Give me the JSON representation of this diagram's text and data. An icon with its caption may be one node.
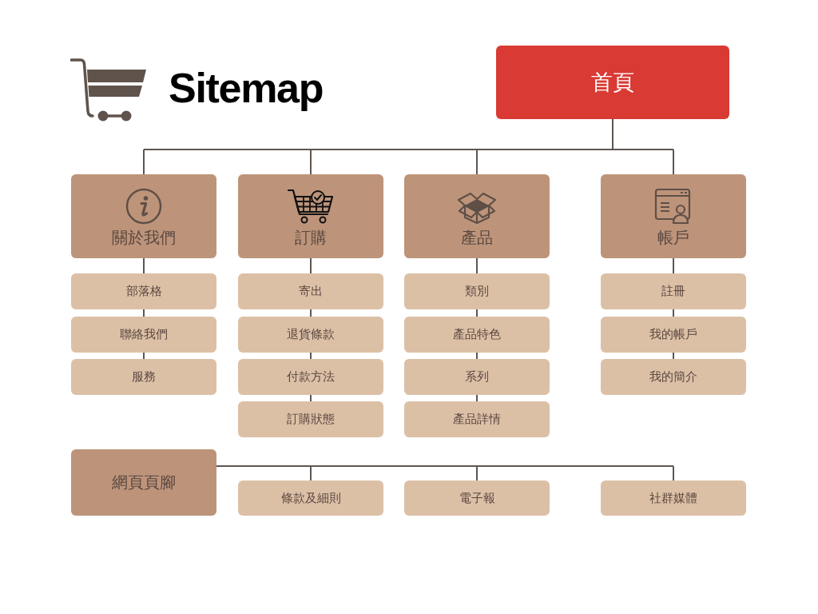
{
  "diagram": {
    "title": "Sitemap",
    "nodes": [
      {
        "text": [
          "首頁"
        ]
      },
      {
        "text": [
          "關於我們"
        ]
      },
      {
        "text": [
          "訂購"
        ]
      },
      {
        "text": [
          "產品"
        ]
      },
      {
        "text": [
          "帳戶"
        ]
      },
      {
        "text": [
          "部落格"
        ]
      },
      {
        "text": [
          "聯絡我們"
        ]
      },
      {
        "text": [
          "服務"
        ]
      },
      {
        "text": [
          "寄出"
        ]
      },
      {
        "text": [
          "退貨條款"
        ]
      },
      {
        "text": [
          "付款方法"
        ]
      },
      {
        "text": [
          "訂購狀態"
        ]
      },
      {
        "text": [
          "類別"
        ]
      },
      {
        "text": [
          "產品特色"
        ]
      },
      {
        "text": [
          "系列"
        ]
      },
      {
        "text": [
          "產品詳情"
        ]
      },
      {
        "text": [
          "註冊"
        ]
      },
      {
        "text": [
          "我的帳戶"
        ]
      },
      {
        "text": [
          "我的簡介"
        ]
      },
      {
        "text": [
          "網頁頁腳"
        ]
      },
      {
        "text": [
          "條款及細則"
        ]
      },
      {
        "text": [
          "電子報"
        ]
      },
      {
        "text": [
          "社群媒體"
        ]
      }
    ],
    "edges": [
      {
        "from": 0,
        "to": 1,
        "arrow": "none"
      },
      {
        "from": 0,
        "to": 2,
        "arrow": "none"
      },
      {
        "from": 0,
        "to": 3,
        "arrow": "none"
      },
      {
        "from": 0,
        "to": 4,
        "arrow": "none"
      },
      {
        "from": 1,
        "to": 5,
        "arrow": "none"
      },
      {
        "from": 5,
        "to": 6,
        "arrow": "none"
      },
      {
        "from": 6,
        "to": 7,
        "arrow": "none"
      },
      {
        "from": 2,
        "to": 8,
        "arrow": "none"
      },
      {
        "from": 8,
        "to": 9,
        "arrow": "none"
      },
      {
        "from": 9,
        "to": 10,
        "arrow": "none"
      },
      {
        "from": 10,
        "to": 11,
        "arrow": "none"
      },
      {
        "from": 3,
        "to": 12,
        "arrow": "none"
      },
      {
        "from": 12,
        "to": 13,
        "arrow": "none"
      },
      {
        "from": 13,
        "to": 14,
        "arrow": "none"
      },
      {
        "from": 14,
        "to": 15,
        "arrow": "none"
      },
      {
        "from": 4,
        "to": 16,
        "arrow": "none"
      },
      {
        "from": 16,
        "to": 17,
        "arrow": "none"
      },
      {
        "from": 17,
        "to": 18,
        "arrow": "none"
      },
      {
        "from": 19,
        "to": 20,
        "arrow": "none"
      },
      {
        "from": 19,
        "to": 21,
        "arrow": "none"
      },
      {
        "from": 19,
        "to": 22,
        "arrow": "none"
      }
    ]
  }
}
